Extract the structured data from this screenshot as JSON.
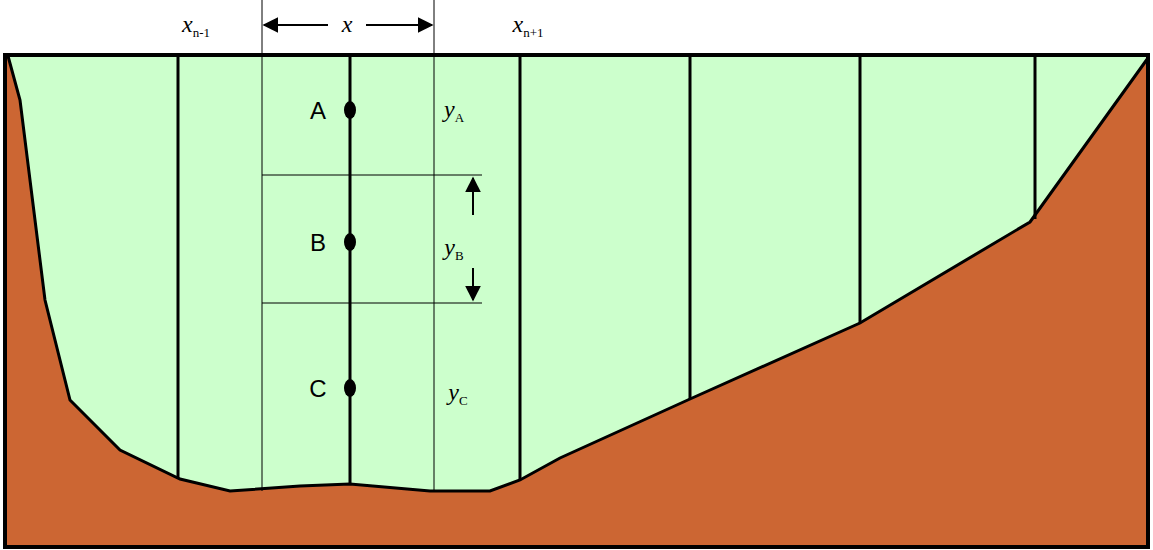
{
  "diagram": {
    "labels": [
      "xn-1",
      "x",
      "xn+1",
      "A",
      "yA",
      "B",
      "yB",
      "C",
      "yC"
    ]
  }
}
